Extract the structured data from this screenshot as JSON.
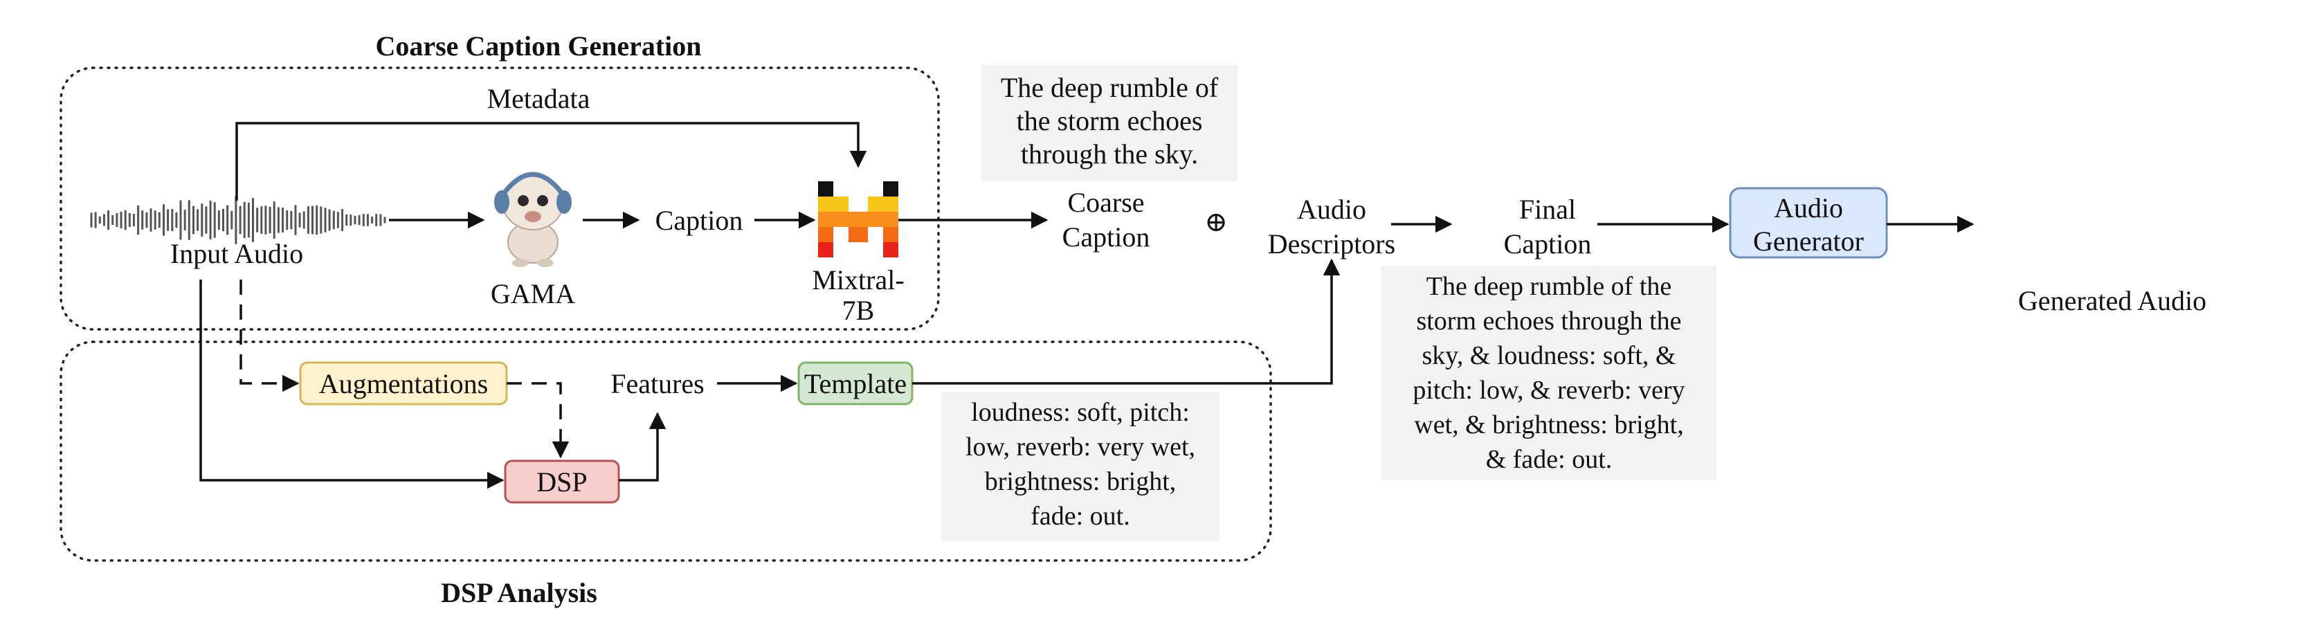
{
  "sections": {
    "coarse_title": "Coarse Caption Generation",
    "dsp_title": "DSP Analysis"
  },
  "labels": {
    "metadata": "Metadata",
    "input_audio": "Input Audio",
    "gama": "GAMA",
    "caption": "Caption",
    "mixtral_line1": "Mixtral-",
    "mixtral_line2": "7B",
    "coarse_caption_line1": "Coarse",
    "coarse_caption_line2": "Caption",
    "oplus": "⊕",
    "audio_descriptors_line1": "Audio",
    "audio_descriptors_line2": "Descriptors",
    "final_caption_line1": "Final",
    "final_caption_line2": "Caption",
    "audio_generator_line1": "Audio",
    "audio_generator_line2": "Generator",
    "generated_audio": "Generated Audio",
    "augmentations": "Augmentations",
    "features": "Features",
    "template": "Template",
    "dsp": "DSP"
  },
  "notes": {
    "coarse_example": [
      "The deep rumble of",
      "the storm echoes",
      "through the sky."
    ],
    "descriptor_example": [
      "loudness: soft, pitch:",
      "low, reverb: very wet,",
      "brightness: bright,",
      "fade: out."
    ],
    "final_example": [
      "The deep rumble of the",
      "storm echoes through the",
      "sky, & loudness: soft, &",
      "pitch: low, & reverb: very",
      "wet, & brightness: bright,",
      "& fade: out."
    ]
  },
  "colors": {
    "augmentations_fill": "#fff2cc",
    "augmentations_stroke": "#d6b656",
    "template_fill": "#d5e8d4",
    "template_stroke": "#82b366",
    "dsp_fill": "#f8cecc",
    "dsp_stroke": "#b85450",
    "generator_fill": "#dae8fc",
    "generator_stroke": "#6c8ebf",
    "note_fill": "#f2f2f2",
    "waveform_gray": "#555555",
    "waveform_gradient": [
      "#e8202a",
      "#9b1f9b",
      "#2b3db8"
    ]
  },
  "icons": {
    "gama": "cartoon-lamb-with-headphones-icon",
    "mixtral": "mistral-logo-icon",
    "input_waveform": "audio-waveform-icon",
    "output_waveform": "audio-waveform-icon"
  }
}
